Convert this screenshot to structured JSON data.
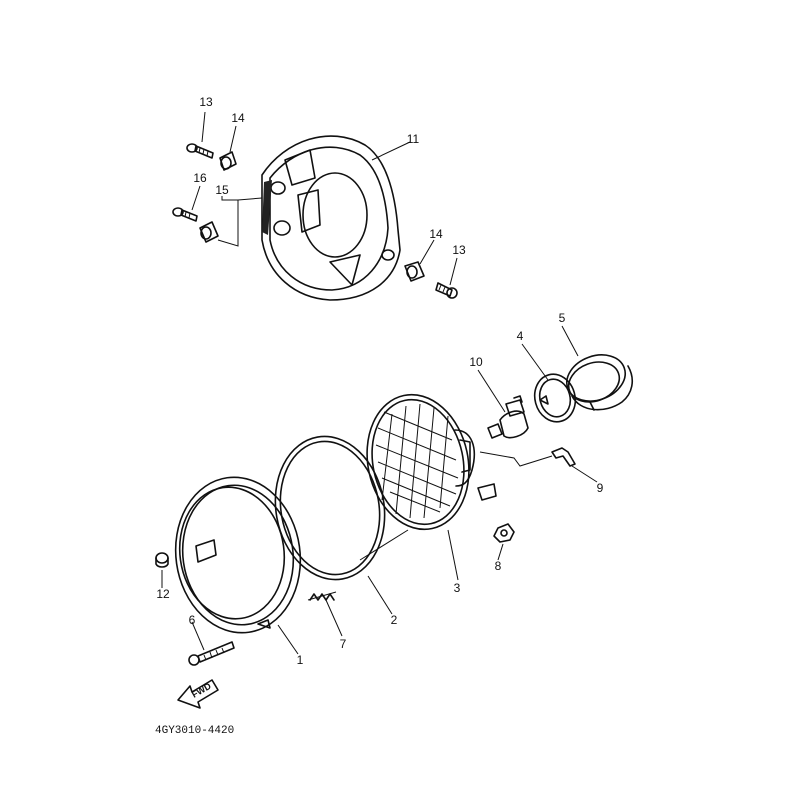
{
  "diagram": {
    "callouts": {
      "p1": "1",
      "p2": "2",
      "p3": "3",
      "p4": "4",
      "p5": "5",
      "p6": "6",
      "p7": "7",
      "p8": "8",
      "p9": "9",
      "p10": "10",
      "p11": "11",
      "p12": "12",
      "p13a": "13",
      "p13b": "13",
      "p14a": "14",
      "p14b": "14",
      "p15": "15",
      "p16": "16"
    },
    "fwd_label": "FWD",
    "drawing_code": "4GY3010-4420"
  }
}
